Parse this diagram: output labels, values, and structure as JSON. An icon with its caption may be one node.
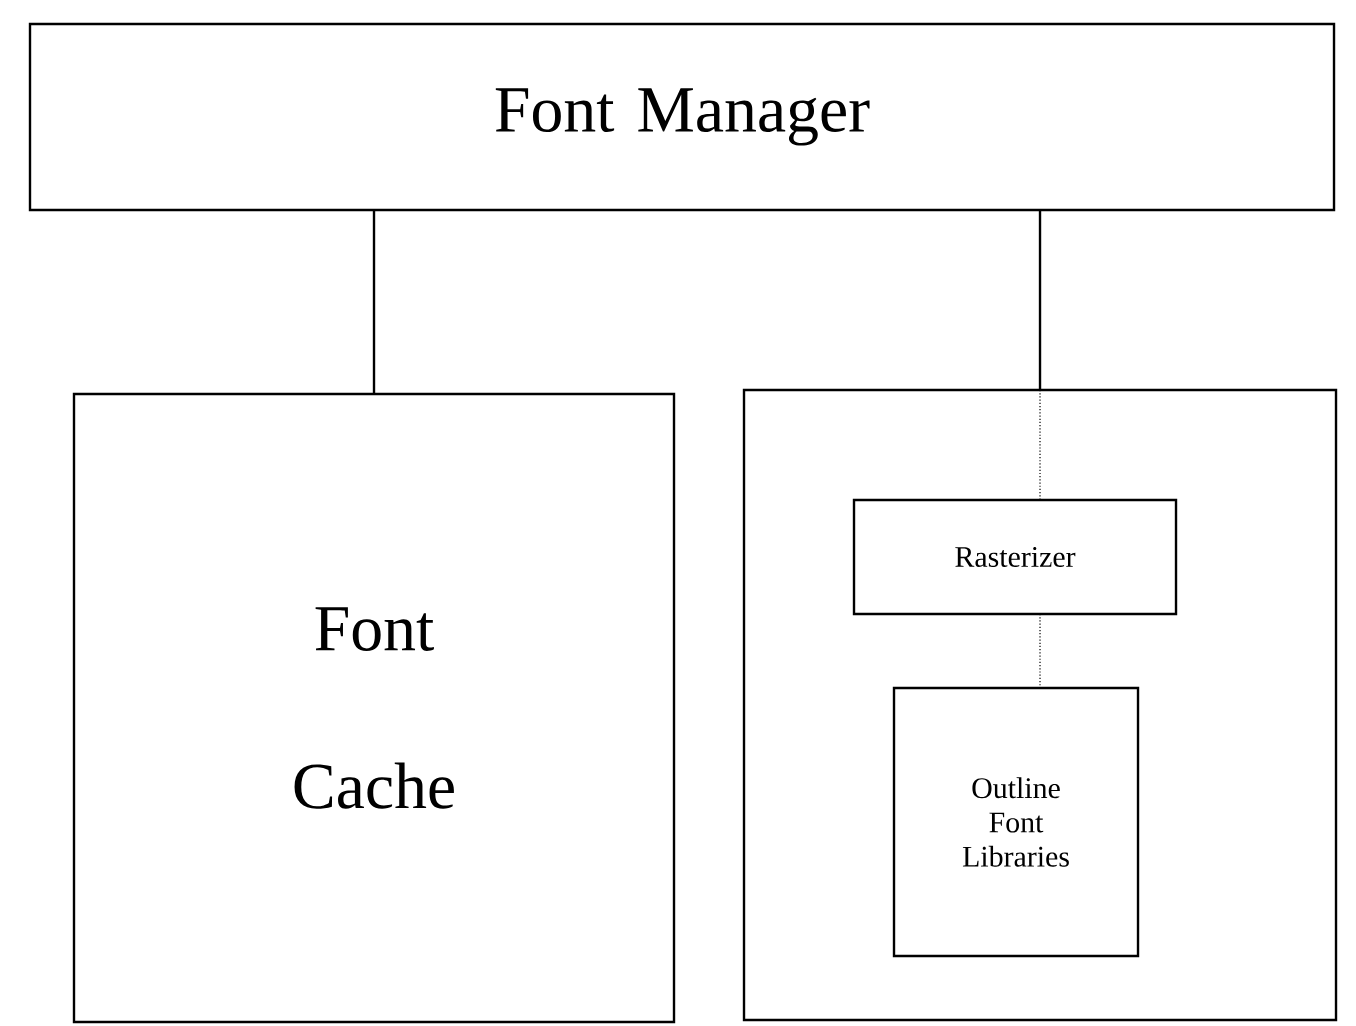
{
  "diagram": {
    "nodes": [
      {
        "text": [
          "Font Manager"
        ]
      },
      {
        "text": [
          "Font Cache"
        ]
      },
      {
        "text": [],
        "shape": "box"
      },
      {
        "text": [
          "Rasterizer"
        ],
        "in": 2
      },
      {
        "text": [
          "Outline Font Libraries"
        ],
        "in": 2
      }
    ],
    "edges": [
      {
        "from": 0,
        "to": 1,
        "arrow": "none"
      },
      {
        "from": 0,
        "to": 2,
        "arrow": "none"
      },
      {
        "from": 2,
        "to": 3,
        "arrow": "none",
        "style": "dashed"
      },
      {
        "from": 3,
        "to": 4,
        "arrow": "none",
        "style": "dashed"
      }
    ]
  }
}
